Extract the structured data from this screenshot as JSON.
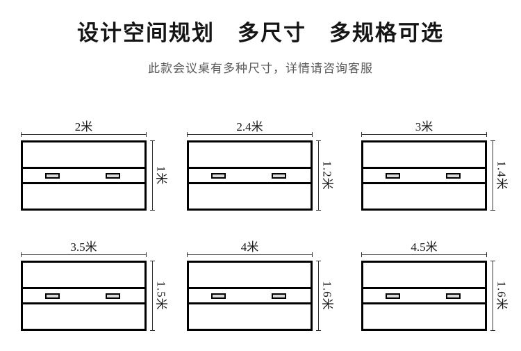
{
  "header": {
    "title": "设计空间规划　多尺寸　多规格可选",
    "subtitle": "此款会议桌有多种尺寸，详情请咨询客服"
  },
  "colors": {
    "line": "#000000",
    "dim-line": "#333333",
    "text": "#1a1a1a",
    "subtitle-text": "#595959",
    "grommet-fill": "#d9d9d9",
    "background": "#ffffff"
  },
  "diagrams": [
    {
      "id": "size-2m",
      "width_label": "2米",
      "depth_label": "1米"
    },
    {
      "id": "size-2-4m",
      "width_label": "2.4米",
      "depth_label": "1.2米"
    },
    {
      "id": "size-3m",
      "width_label": "3米",
      "depth_label": "1.4米"
    },
    {
      "id": "size-3-5m",
      "width_label": "3.5米",
      "depth_label": "1.5米"
    },
    {
      "id": "size-4m",
      "width_label": "4米",
      "depth_label": "1.6米"
    },
    {
      "id": "size-4-5m",
      "width_label": "4.5米",
      "depth_label": "1.6米"
    }
  ]
}
